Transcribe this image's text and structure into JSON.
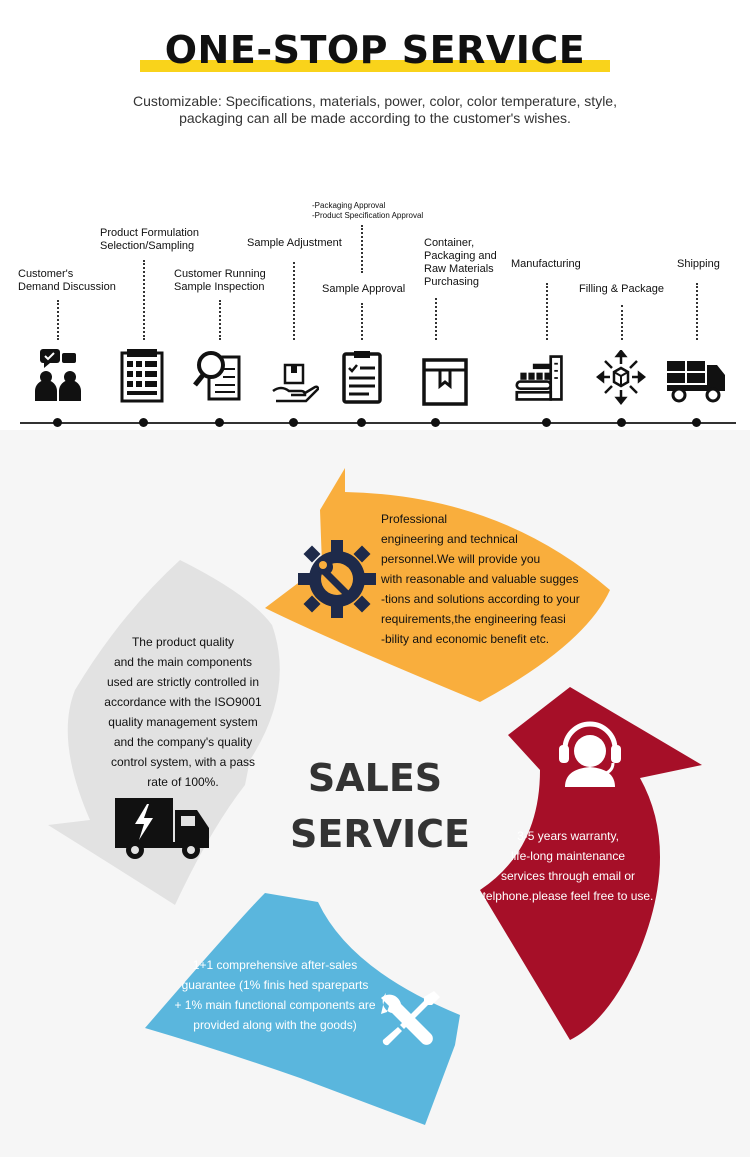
{
  "header": {
    "title": "ONE-STOP SERVICE",
    "subtitle_line1": "Customizable: Specifications, materials, power, color, color temperature, style,",
    "subtitle_line2": "packaging can all be made according to the customer's wishes."
  },
  "steps": [
    {
      "label1": "Customer's",
      "label2": "Demand Discussion",
      "icon": "chat-people-icon"
    },
    {
      "label1": "Product Formulation",
      "label2": "Selection/Sampling",
      "icon": "document-grid-icon"
    },
    {
      "label1": "Customer Running",
      "label2": "Sample Inspection",
      "icon": "magnifier-document-icon"
    },
    {
      "label1": "Sample Adjustment",
      "label2": "",
      "icon": "hand-box-icon"
    },
    {
      "label1": "Sample Approval",
      "label2": "",
      "note1": "-Packaging Approval",
      "note2": "-Product Specification Approval",
      "icon": "checklist-icon"
    },
    {
      "label1": "Container,",
      "label2": "Packaging and",
      "label3": "Raw Materials",
      "label4": "Purchasing",
      "icon": "box-icon"
    },
    {
      "label1": "Manufacturing",
      "label2": "",
      "icon": "factory-conveyor-icon"
    },
    {
      "label1": "Filling & Package",
      "label2": "",
      "icon": "package-arrows-icon"
    },
    {
      "label1": "Shipping",
      "label2": "",
      "icon": "truck-icon"
    }
  ],
  "sales": {
    "title_line1": "SALES",
    "title_line2": "SERVICE",
    "orange": {
      "color": "#f9ae3d",
      "icon": "gear-wrench-icon",
      "lines": [
        "Professional",
        "engineering and technical",
        "personnel.We will provide you",
        "with reasonable and valuable sugges",
        "-tions and solutions according to your",
        "requirements,the engineering feasi",
        "-bility and economic benefit etc."
      ]
    },
    "gray": {
      "color": "#e2e2e2",
      "icon": "electric-truck-icon",
      "lines": [
        "The product quality",
        "and the main components",
        "used are strictly controlled in",
        "accordance with the ISO9001",
        "quality management system",
        "and the company's quality",
        "control system, with a pass",
        "rate of 100%."
      ]
    },
    "red": {
      "color": "#a60f28",
      "icon": "headset-support-icon",
      "lines": [
        "3-5 years warranty,",
        "life-long maintenance",
        "services through email or",
        "telphone.please feel free to use."
      ]
    },
    "blue": {
      "color": "#5ab6dd",
      "icon": "wrench-screwdriver-icon",
      "lines": [
        "1+1 comprehensive after-sales",
        "guarantee (1% finis hed spareparts",
        "+ 1% main functional components are",
        "provided along with the goods)"
      ]
    }
  }
}
